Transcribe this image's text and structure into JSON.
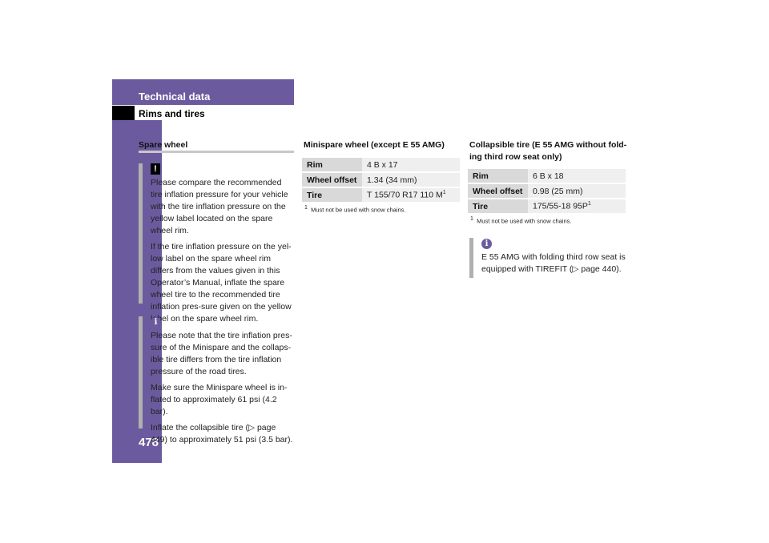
{
  "header": {
    "title": "Technical data",
    "subtitle": "Rims and tires",
    "page_number": "478"
  },
  "col1": {
    "heading": "Spare wheel",
    "warning": {
      "icon": "!",
      "p1": "Please compare the recommended tire inflation pressure for your vehicle with the tire inflation pressure on the yellow label located on the spare wheel rim.",
      "p2": "If the tire inflation pressure on the yel-low label on the spare wheel rim differs from the values given in this Operator’s Manual, inflate the spare wheel tire to the recommended tire inflation pres-sure given on the yellow label on the spare wheel rim."
    },
    "info": {
      "icon": "i",
      "p1": "Please note that the tire inflation pres-sure of the Minispare and the collaps-ible tire differs from the tire inflation pressure of the road tires.",
      "p2": "Make sure the Minispare wheel is in-flated to approximately 61 psi (4.2 bar).",
      "p3": "Inflate the collapsible tire (▷ page 449) to approximately 51 psi (3.5 bar)."
    }
  },
  "col2": {
    "heading": "Minispare wheel (except E 55 AMG)",
    "rows": [
      {
        "key": "Rim",
        "value": "4 B x 17",
        "sup": ""
      },
      {
        "key": "Wheel offset",
        "value": "1.34 (34 mm)",
        "sup": ""
      },
      {
        "key": "Tire",
        "value": "T 155/70 R17 110 M",
        "sup": "1"
      }
    ],
    "footnote_mark": "1",
    "footnote": "Must not be used with snow chains."
  },
  "col3": {
    "heading_line1": "Collapsible tire (E 55 AMG without fold-",
    "heading_line2": "ing third row seat only)",
    "rows": [
      {
        "key": "Rim",
        "value": "6 B x 18",
        "sup": ""
      },
      {
        "key": "Wheel offset",
        "value": "0.98 (25 mm)",
        "sup": ""
      },
      {
        "key": "Tire",
        "value": "175/55-18 95P",
        "sup": "1"
      }
    ],
    "footnote_mark": "1",
    "footnote": "Must not be used with snow chains.",
    "info": {
      "icon": "i",
      "p1": "E 55 AMG with folding third row seat is equipped with TIREFIT (▷ page 440)."
    }
  }
}
